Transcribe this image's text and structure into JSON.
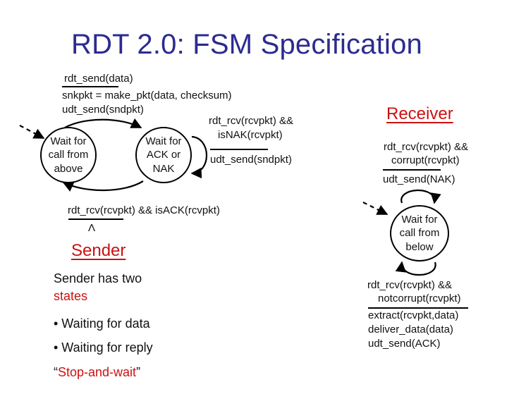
{
  "title": "RDT 2.0: FSM Specification",
  "sender": {
    "heading": "Sender",
    "states": {
      "wait_call": "Wait for\ncall from\nabove",
      "wait_ack": "Wait for\nACK or\nNAK"
    },
    "send_event": "rdt_send(data)",
    "send_action_1": "snkpkt = make_pkt(data, checksum)",
    "send_action_2": "udt_send(sndpkt)",
    "nak_event_1": "rdt_rcv(rcvpkt) &&",
    "nak_event_2": "isNAK(rcvpkt)",
    "nak_action": "udt_send(sndpkt)",
    "ack_event": "rdt_rcv(rcvpkt) && isACK(rcvpkt)",
    "ack_action": "Λ"
  },
  "receiver": {
    "heading": "Receiver",
    "state": "Wait for\ncall from\nbelow",
    "corrupt_event_1": "rdt_rcv(rcvpkt) &&",
    "corrupt_event_2": "corrupt(rcvpkt)",
    "corrupt_action": "udt_send(NAK)",
    "ok_event_1": "rdt_rcv(rcvpkt) &&",
    "ok_event_2": "notcorrupt(rcvpkt)",
    "ok_action_1": "extract(rcvpkt,data)",
    "ok_action_2": "deliver_data(data)",
    "ok_action_3": "udt_send(ACK)"
  },
  "notes": {
    "line1": "Sender has two",
    "line2": "states",
    "bullet1": "• Waiting for data",
    "bullet2": "• Waiting for reply",
    "stopwait_open": "“",
    "stopwait_text": "Stop-and-wait",
    "stopwait_close": "”"
  },
  "colors": {
    "title": "#2b2b8f",
    "accent": "#cc1111"
  }
}
